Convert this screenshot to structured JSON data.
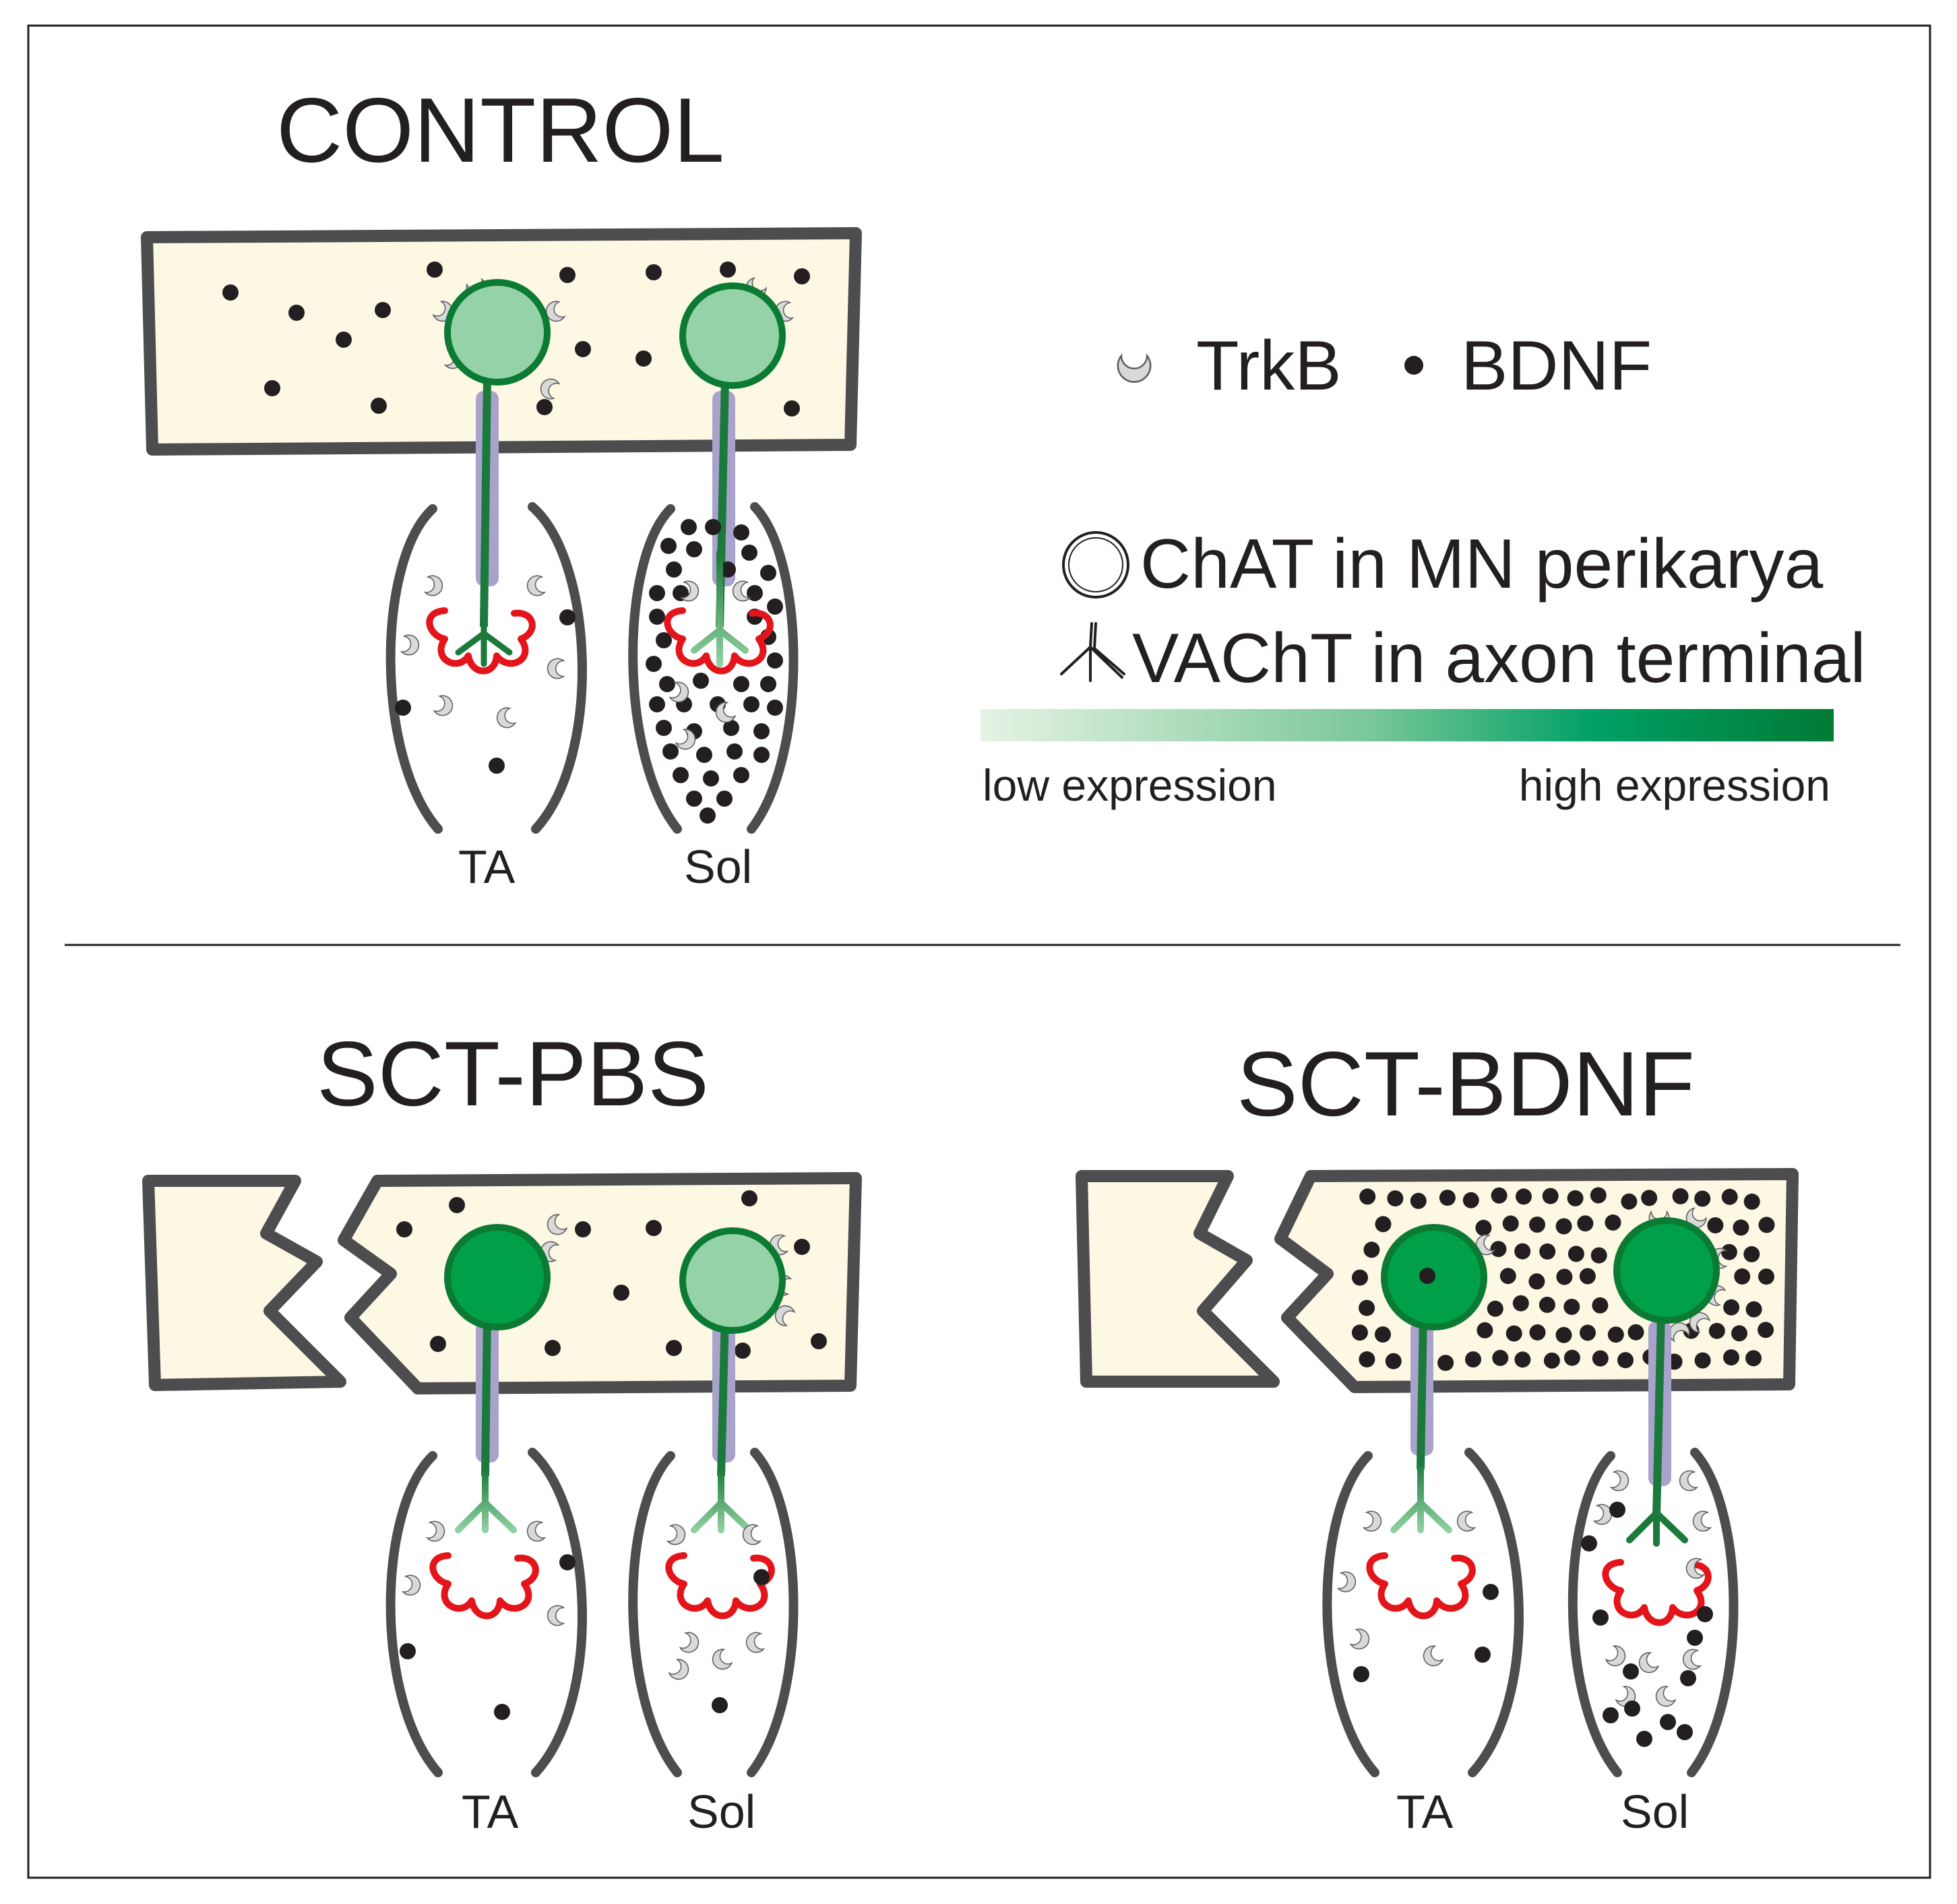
{
  "panels": {
    "control": {
      "title": "CONTROL",
      "muscles": {
        "ta": "TA",
        "sol": "Sol"
      }
    },
    "sct_pbs": {
      "title": "SCT-PBS",
      "muscles": {
        "ta": "TA",
        "sol": "Sol"
      }
    },
    "sct_bdnf": {
      "title": "SCT-BDNF",
      "muscles": {
        "ta": "TA",
        "sol": "Sol"
      }
    }
  },
  "legend": {
    "trkb": "TrkB",
    "bdnf": "BDNF",
    "chat": "ChAT in MN perikarya",
    "vacht": "VAChT in axon terminal",
    "low": "low expression",
    "high": "high expression"
  },
  "colors": {
    "cord_fill": "#fdf8e4",
    "outline": "#4d4d4f",
    "chat_low": "#96d2a8",
    "chat_high": "#00a04a",
    "axon": "#1b7a3b",
    "myelin": "#a9a3cc",
    "endplate": "#e3151b",
    "trkb": "#d9d9d9",
    "bdnf": "#231f20"
  },
  "expression": {
    "control": {
      "ta_soma": "low",
      "ta_terminal": "high",
      "sol_soma": "low",
      "sol_terminal": "low"
    },
    "sct_pbs": {
      "ta_soma": "high",
      "ta_terminal": "low",
      "sol_soma": "low",
      "sol_terminal": "low"
    },
    "sct_bdnf": {
      "ta_soma": "high",
      "ta_terminal": "low",
      "sol_soma": "high",
      "sol_terminal": "high"
    }
  }
}
